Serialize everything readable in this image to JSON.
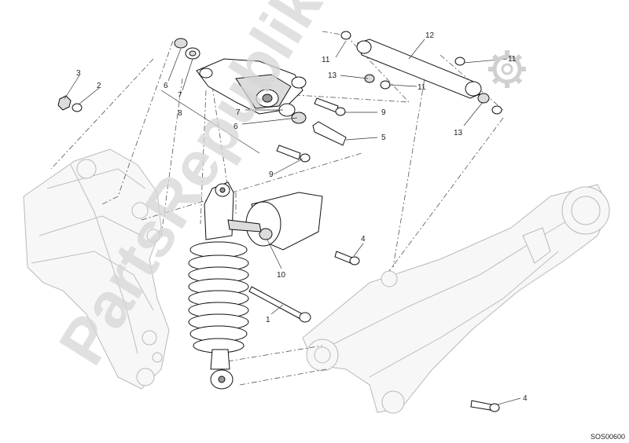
{
  "diagram": {
    "callouts": [
      {
        "id": "c3a",
        "text": "3"
      },
      {
        "id": "c2",
        "text": "2"
      },
      {
        "id": "c6a",
        "text": "6"
      },
      {
        "id": "c7a",
        "text": "7"
      },
      {
        "id": "c8",
        "text": "8"
      },
      {
        "id": "c7b",
        "text": "7"
      },
      {
        "id": "c6b",
        "text": "6"
      },
      {
        "id": "c9a",
        "text": "9"
      },
      {
        "id": "c11a",
        "text": "11"
      },
      {
        "id": "c12",
        "text": "12"
      },
      {
        "id": "c11b",
        "text": "11"
      },
      {
        "id": "c13a",
        "text": "13"
      },
      {
        "id": "c11c",
        "text": "11"
      },
      {
        "id": "c9b",
        "text": "9"
      },
      {
        "id": "c5",
        "text": "5"
      },
      {
        "id": "c13b",
        "text": "13"
      },
      {
        "id": "c4a",
        "text": "4"
      },
      {
        "id": "c10",
        "text": "10"
      },
      {
        "id": "c1",
        "text": "1"
      },
      {
        "id": "c4b",
        "text": "4"
      }
    ],
    "drawing_code": "SOS00600"
  },
  "watermark": {
    "text": "PartsRepublik",
    "logo": "gear-icon"
  }
}
